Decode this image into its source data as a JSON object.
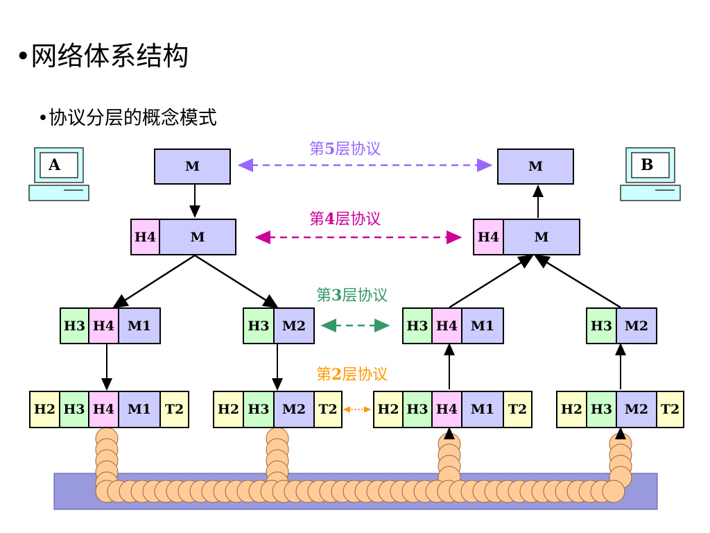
{
  "title": "•网络体系结构",
  "subtitle": "•协议分层的概念模式",
  "hosts": {
    "a": "A",
    "b": "B"
  },
  "protocols": {
    "l5": {
      "pre": "第",
      "num": "5",
      "post": "层协议",
      "color": "#9966ff"
    },
    "l4": {
      "pre": "第",
      "num": "4",
      "post": "层协议",
      "color": "#cc0099"
    },
    "l3": {
      "pre": "第",
      "num": "3",
      "post": "层协议",
      "color": "#339966"
    },
    "l2": {
      "pre": "第",
      "num": "2",
      "post": "层协议",
      "color": "#ff9900"
    }
  },
  "labels": {
    "M": "M",
    "H4": "H4",
    "H3": "H3",
    "H2": "H2",
    "M1": "M1",
    "M2": "M2",
    "T2": "T2"
  },
  "colors": {
    "m": "#ccccff",
    "h4": "#ffccff",
    "h3": "#ccffcc",
    "h2": "#ffffcc",
    "medium": "#9999dd",
    "bead": "#ffcc99"
  }
}
